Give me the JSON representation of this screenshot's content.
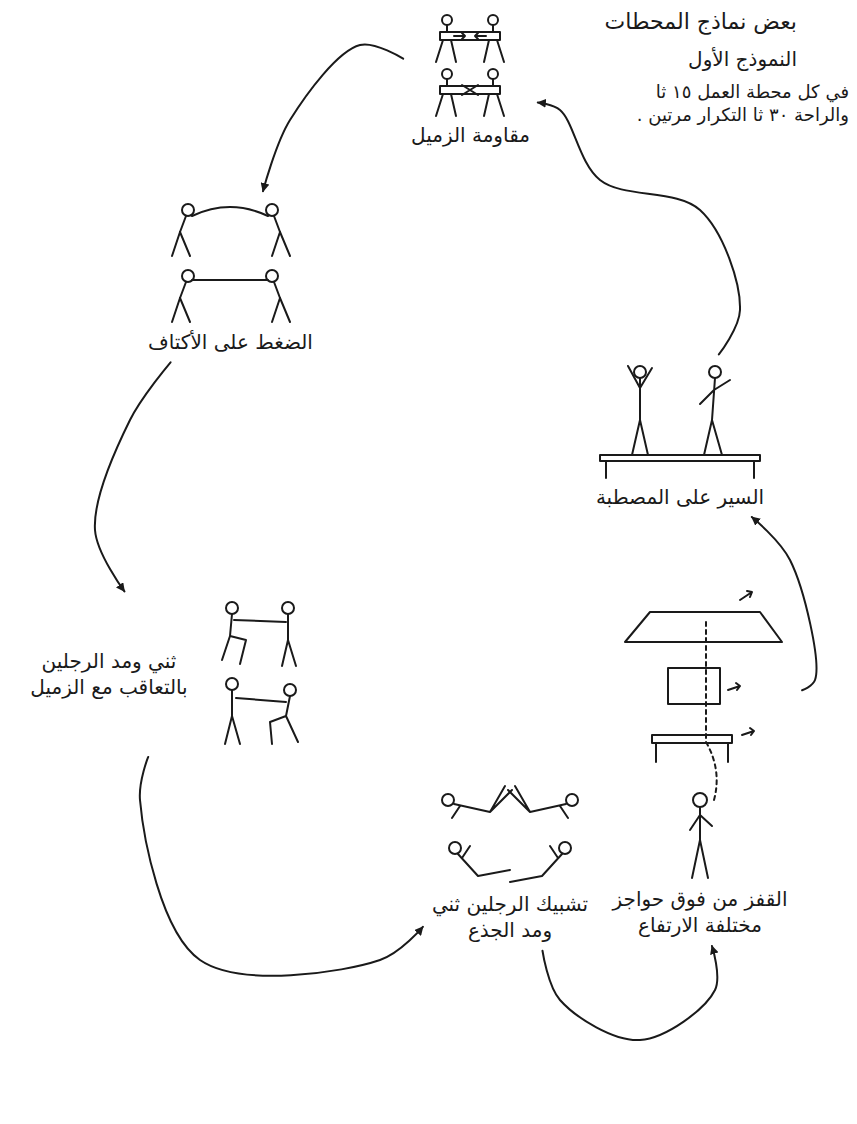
{
  "diagram": {
    "title": "بعض نماذج المحطات",
    "nodes": [
      {
        "text": [
          "مقاومة الزميل"
        ]
      },
      {
        "text": [
          "الضغط على الأكتاف"
        ]
      },
      {
        "text": [
          "ثني ومد الرجلين بالتعاقب مع الزميل"
        ]
      },
      {
        "text": [
          "تشبيك الرجلين ثني ومد الجذع"
        ]
      },
      {
        "text": [
          "القفز من فوق حواجز مختلفة الارتفاع"
        ]
      },
      {
        "text": [
          "السير على المصطبة"
        ]
      }
    ],
    "edges": [
      {
        "from": 0,
        "to": 1,
        "arrow": "to"
      },
      {
        "from": 1,
        "to": 2,
        "arrow": "to"
      },
      {
        "from": 2,
        "to": 3,
        "arrow": "to"
      },
      {
        "from": 3,
        "to": 4,
        "arrow": "to"
      },
      {
        "from": 4,
        "to": 5,
        "arrow": "to"
      },
      {
        "from": 5,
        "to": 0,
        "arrow": "to"
      }
    ],
    "labels": [
      "النموذج الأول",
      "في كل محطة العمل ١٥ ثا والراحة ٣٠ ثا التكرار مرتين ."
    ]
  }
}
